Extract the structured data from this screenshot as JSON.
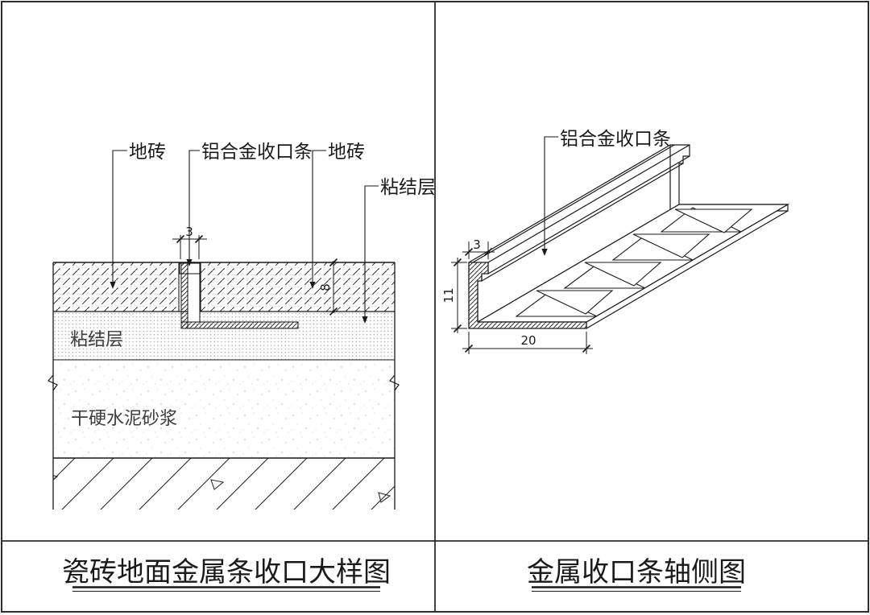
{
  "left": {
    "title": "瓷砖地面金属条收口大样图",
    "labels": {
      "tile_left": "地砖",
      "trim": "铝合金收口条",
      "tile_right": "地砖",
      "bond_callout": "粘结层",
      "bond_inner": "粘结层",
      "mortar": "干硬水泥砂浆"
    },
    "dims": {
      "joint_gap": "3",
      "tile_thickness": "8"
    }
  },
  "right": {
    "title": "金属收口条轴侧图",
    "labels": {
      "trim": "铝合金收口条"
    },
    "dims": {
      "lip_width": "3",
      "height": "11",
      "flange_width": "20"
    }
  },
  "colors": {
    "line": "#1a1a1a",
    "hatch": "#2a2a2a",
    "speckle": "#a8a8a8",
    "background": "#ffffff"
  }
}
